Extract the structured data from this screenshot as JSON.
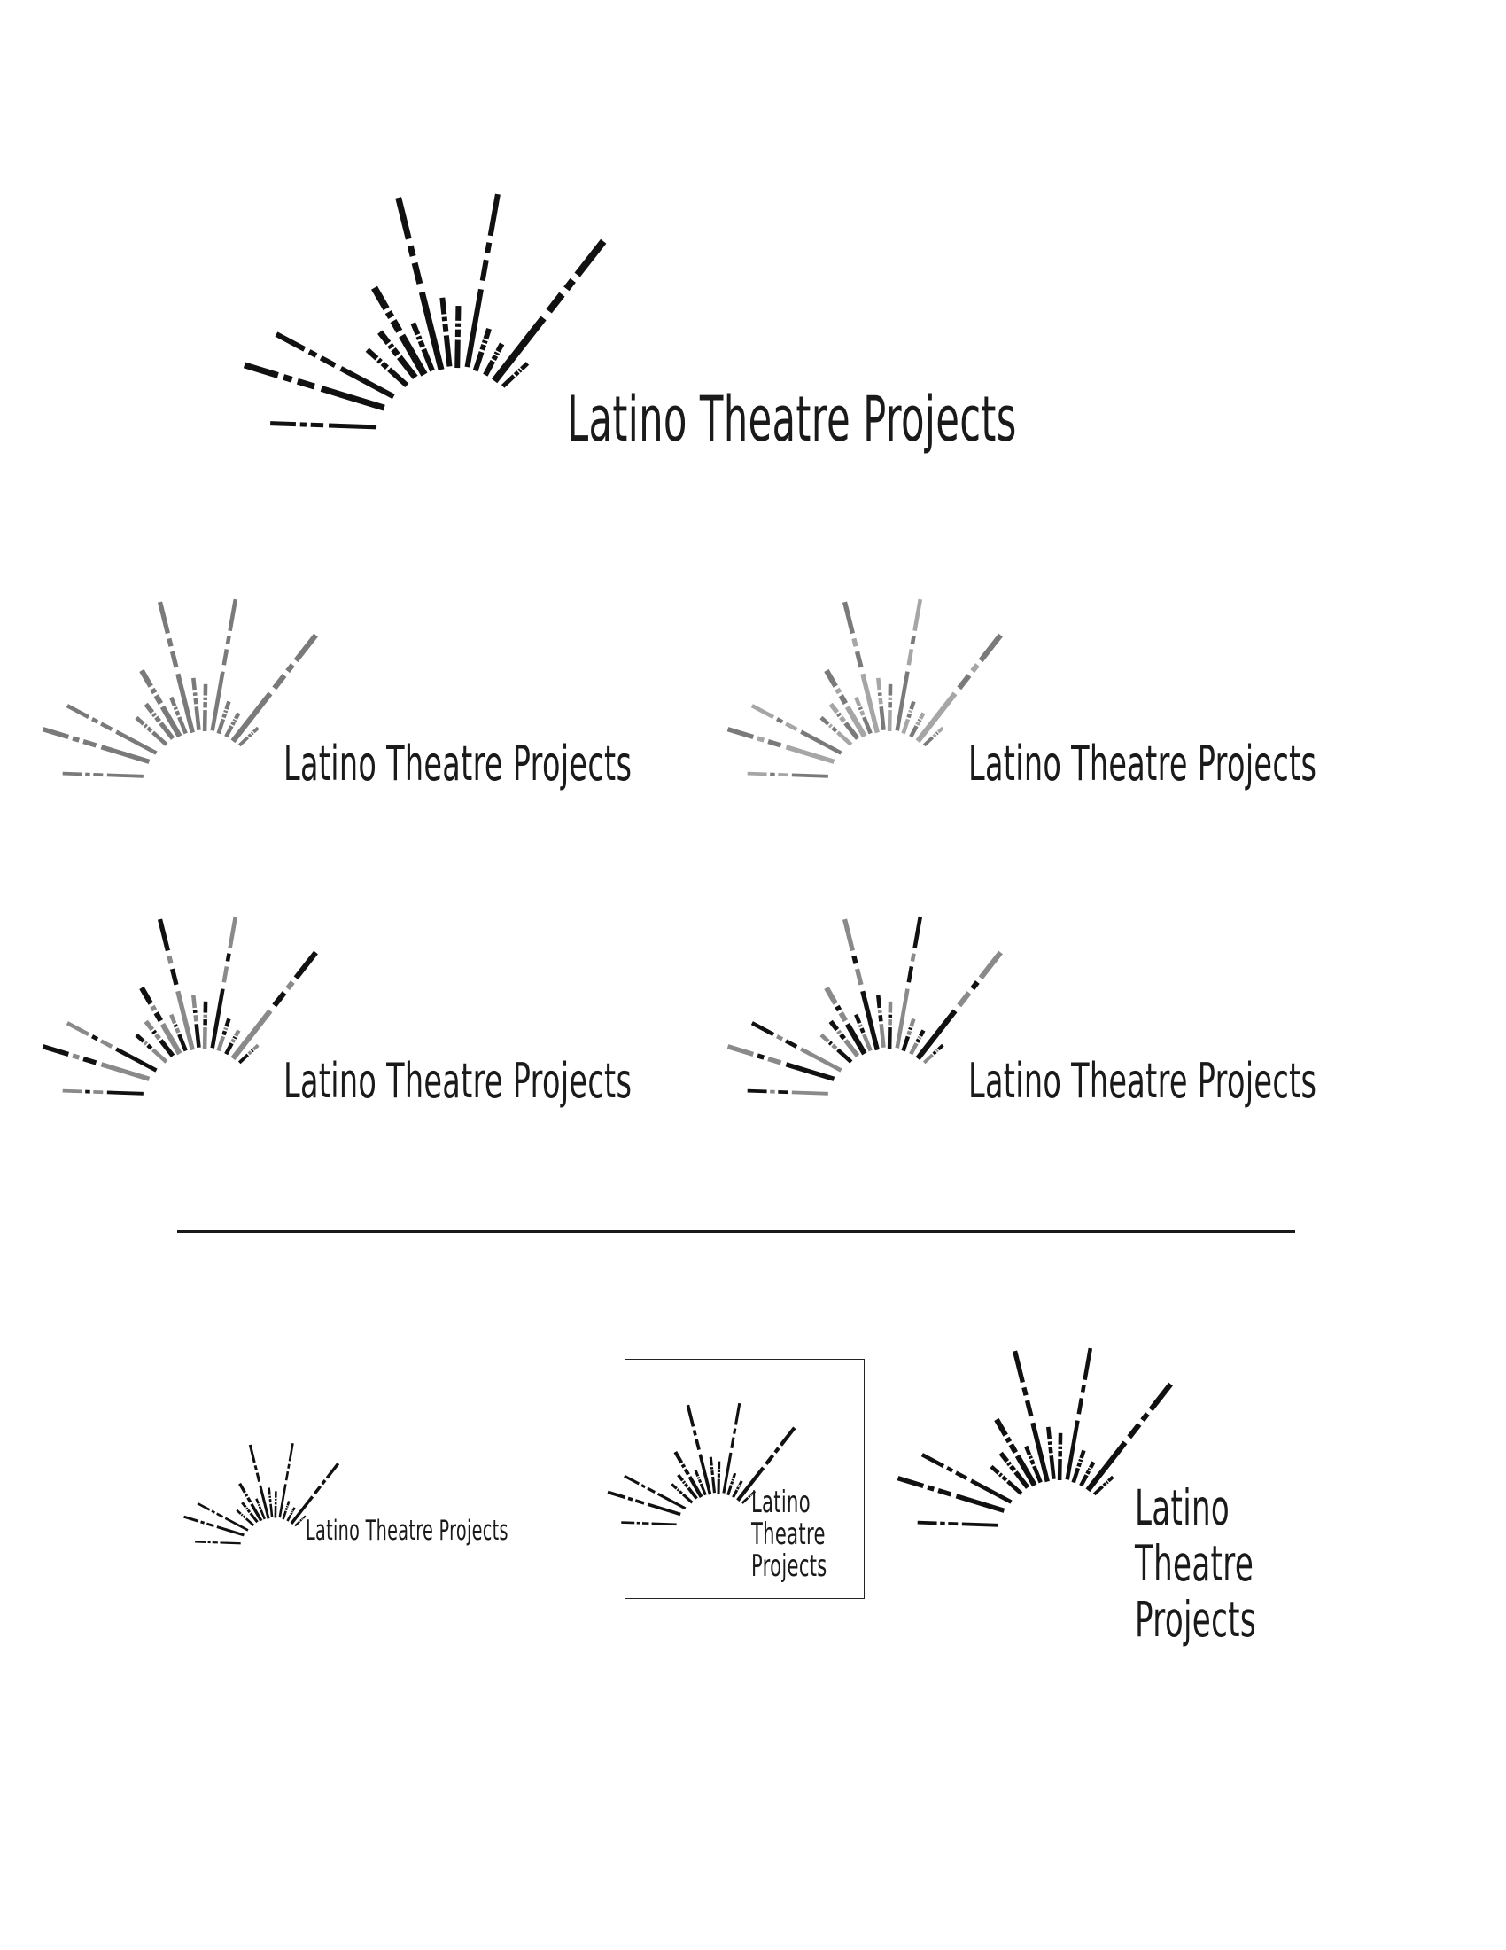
{
  "logo_text": "Latino Theatre Projects",
  "logo_text_stacked": [
    "Latino",
    "Theatre",
    "Projects"
  ],
  "logo_variants": [
    {
      "name": "primary-black",
      "ray_colors": [
        "#111111"
      ]
    },
    {
      "name": "gray",
      "ray_colors": [
        "#7a7a7a"
      ]
    },
    {
      "name": "gray-dashed",
      "ray_colors": [
        "#7a7a7a",
        "#a6a6a6"
      ]
    },
    {
      "name": "black-gray-mix",
      "ray_colors": [
        "#111111",
        "#8a8a8a"
      ]
    },
    {
      "name": "gray-black-mix",
      "ray_colors": [
        "#8a8a8a",
        "#111111"
      ]
    },
    {
      "name": "small-black",
      "ray_colors": [
        "#111111"
      ]
    },
    {
      "name": "boxed-stacked",
      "ray_colors": [
        "#111111"
      ]
    },
    {
      "name": "stacked-large",
      "ray_colors": [
        "#111111"
      ]
    }
  ],
  "text_color": "#1a1a1a"
}
